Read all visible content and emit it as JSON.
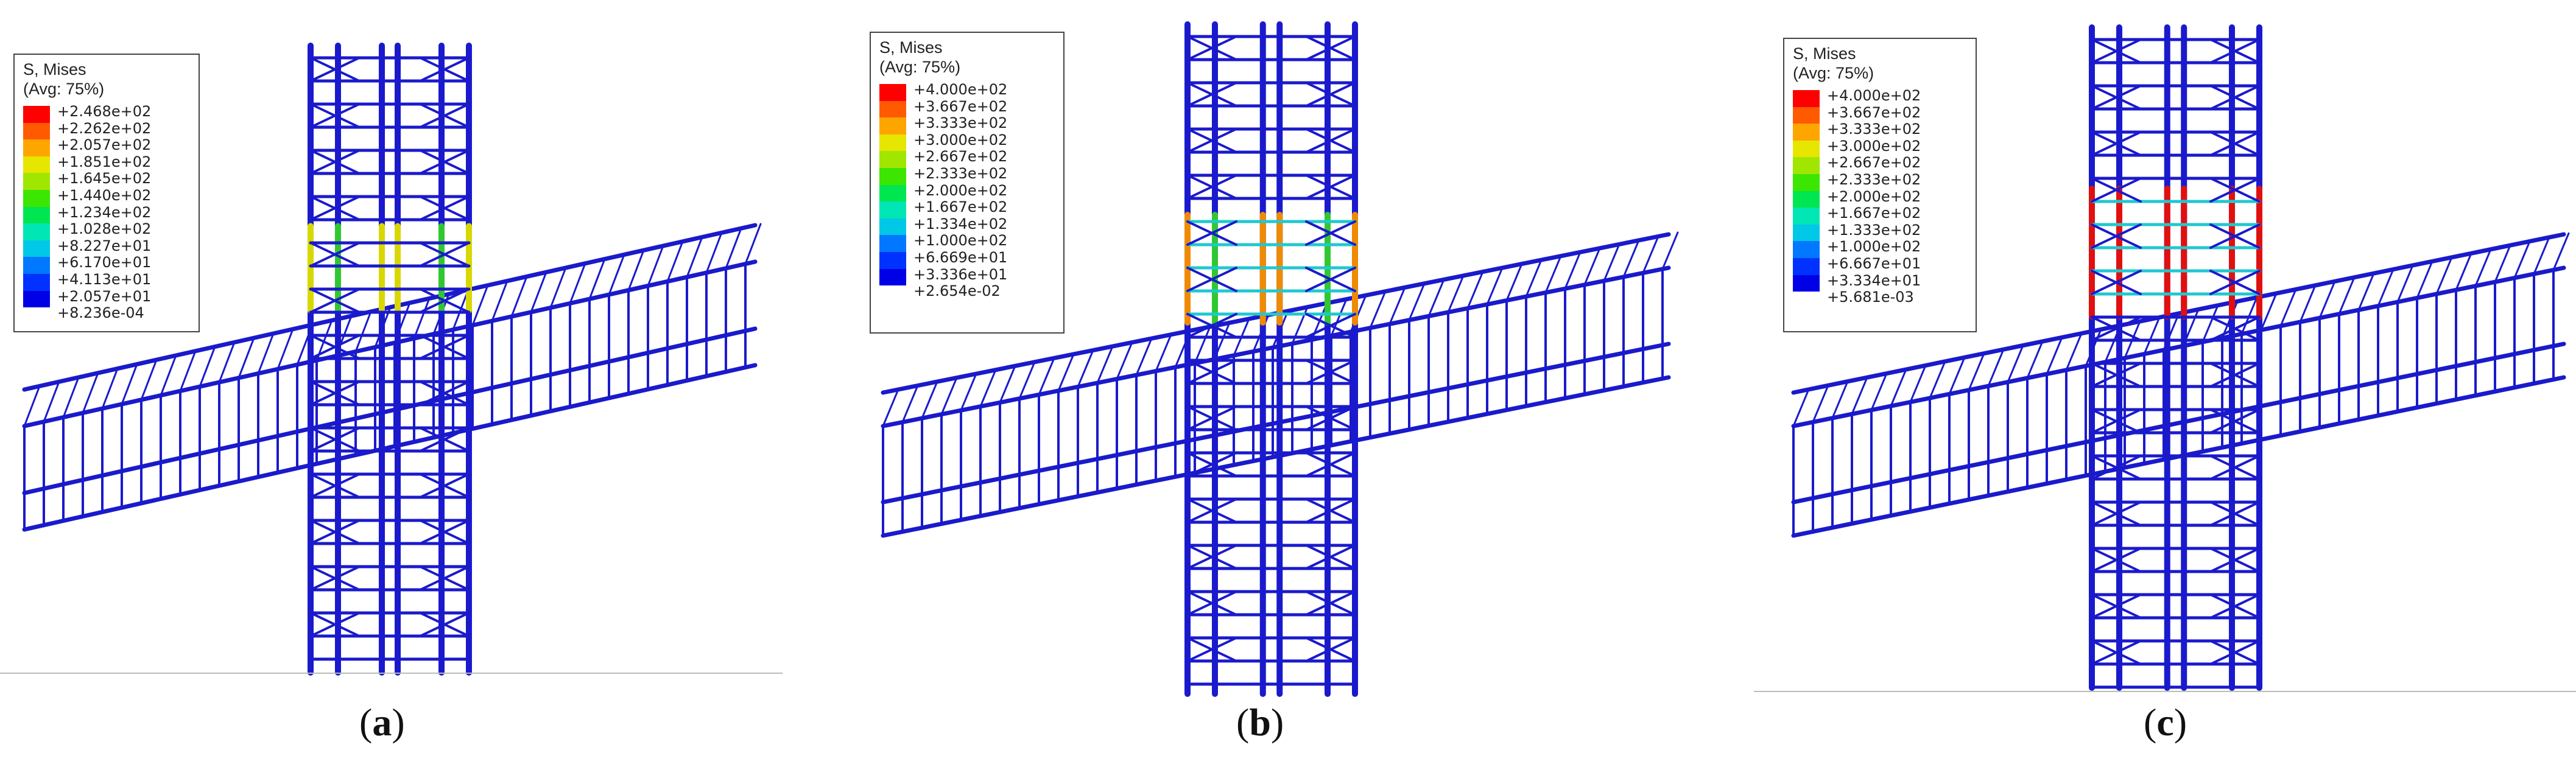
{
  "panels": [
    {
      "caption": "a",
      "legend": {
        "title_line1": "S, Mises",
        "title_line2": "(Avg: 75%)",
        "values": [
          "+2.468e+02",
          "+2.262e+02",
          "+2.057e+02",
          "+1.851e+02",
          "+1.645e+02",
          "+1.440e+02",
          "+1.234e+02",
          "+1.028e+02",
          "+8.227e+01",
          "+6.170e+01",
          "+4.113e+01",
          "+2.057e+01",
          "+8.236e-04"
        ]
      },
      "stress_level": 0.35
    },
    {
      "caption": "b",
      "legend": {
        "title_line1": "S, Mises",
        "title_line2": "(Avg: 75%)",
        "values": [
          "+4.000e+02",
          "+3.667e+02",
          "+3.333e+02",
          "+3.000e+02",
          "+2.667e+02",
          "+2.333e+02",
          "+2.000e+02",
          "+1.667e+02",
          "+1.334e+02",
          "+1.000e+02",
          "+6.669e+01",
          "+3.336e+01",
          "+2.654e-02"
        ]
      },
      "stress_level": 0.7
    },
    {
      "caption": "c",
      "legend": {
        "title_line1": "S, Mises",
        "title_line2": "(Avg: 75%)",
        "values": [
          "+4.000e+02",
          "+3.667e+02",
          "+3.333e+02",
          "+3.000e+02",
          "+2.667e+02",
          "+2.333e+02",
          "+2.000e+02",
          "+1.667e+02",
          "+1.333e+02",
          "+1.000e+02",
          "+6.667e+01",
          "+3.334e+01",
          "+5.681e-03"
        ]
      },
      "stress_level": 1.0
    }
  ],
  "colors": {
    "contour": [
      "#ff0000",
      "#ff5a00",
      "#ffa500",
      "#e6e600",
      "#a0e600",
      "#3ce600",
      "#00e650",
      "#00e6b4",
      "#00c8e6",
      "#0078ff",
      "#0032ff",
      "#0000e6"
    ],
    "rebar": "#1a1acc",
    "hot_red": "#e01010",
    "hot_orange": "#f08a00",
    "hot_yellow": "#d8d800",
    "hot_green": "#30c830",
    "hot_cyan": "#20c8d0"
  }
}
